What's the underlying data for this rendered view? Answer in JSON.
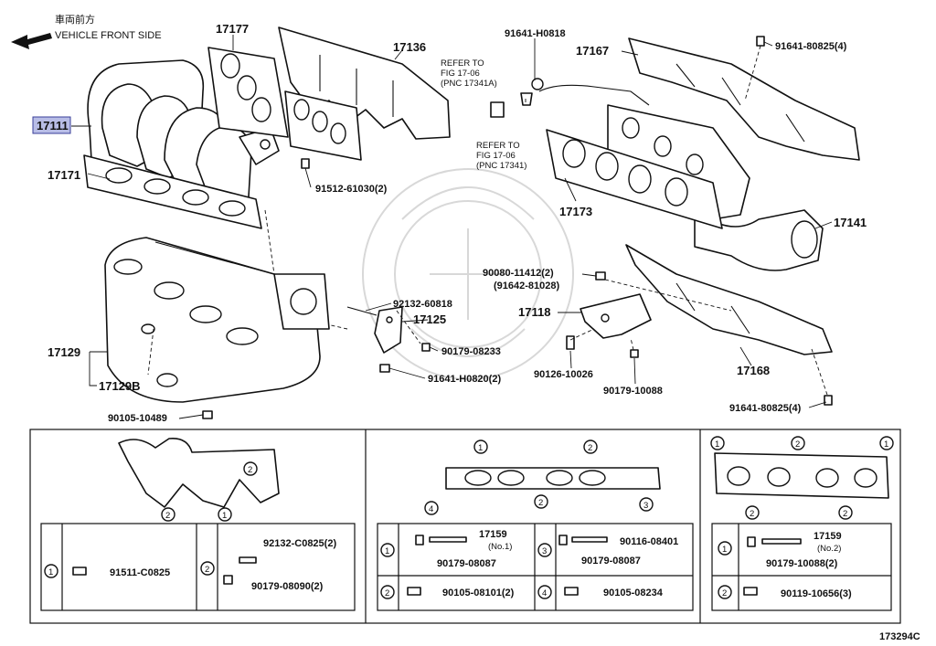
{
  "header": {
    "direction_label_jp": "車両前方",
    "direction_label_en": "VEHICLE FRONT SIDE"
  },
  "diagram_id": "173294C",
  "highlight_color": "#b8bde6",
  "callouts": {
    "p17111": "17111",
    "p17171": "17171",
    "p17177": "17177",
    "p17136": "17136",
    "p91512": "91512-61030(2)",
    "p17129": "17129",
    "p17129B": "17129B",
    "p90105_10489": "90105-10489",
    "p92132_60818": "92132-60818",
    "p17125": "17125",
    "p90179_08233": "90179-08233",
    "p91641_H0820": "91641-H0820(2)",
    "p91641_H0818": "91641-H0818",
    "p17167": "17167",
    "p91641_80825_top": "91641-80825(4)",
    "p17173": "17173",
    "p17141": "17141",
    "p90080": "90080-11412(2)",
    "p91642": "(91642-81028)",
    "p17118": "17118",
    "p90126": "90126-10026",
    "p90179_10088": "90179-10088",
    "p17168": "17168",
    "p91641_80825_bot": "91641-80825(4)"
  },
  "refer_notes": {
    "a": [
      "REFER TO",
      "FIG 17-06",
      "(PNC 17341A)"
    ],
    "b": [
      "REFER TO",
      "FIG 17-06",
      "(PNC 17341)"
    ]
  },
  "detail_panels": {
    "left": {
      "markers": [
        "2",
        "2",
        "1"
      ],
      "rows": [
        {
          "marker": "1",
          "parts": [
            "91511-C0825"
          ]
        },
        {
          "marker": "2",
          "parts": [
            "92132-C0825(2)",
            "90179-08090(2)"
          ]
        }
      ]
    },
    "middle": {
      "markers": [
        "1",
        "2",
        "4",
        "2",
        "3"
      ],
      "rows": [
        {
          "marker": "1",
          "parts": [
            "17159",
            "(No.1)",
            "90179-08087"
          ]
        },
        {
          "marker": "3",
          "parts": [
            "90116-08401",
            "90179-08087"
          ]
        },
        {
          "marker": "2",
          "parts": [
            "90105-08101(2)"
          ]
        },
        {
          "marker": "4",
          "parts": [
            "90105-08234"
          ]
        }
      ]
    },
    "right": {
      "markers": [
        "1",
        "2",
        "1",
        "2",
        "2"
      ],
      "rows": [
        {
          "marker": "1",
          "parts": [
            "17159",
            "(No.2)",
            "90179-10088(2)"
          ]
        },
        {
          "marker": "2",
          "parts": [
            "90119-10656(3)"
          ]
        }
      ]
    }
  }
}
